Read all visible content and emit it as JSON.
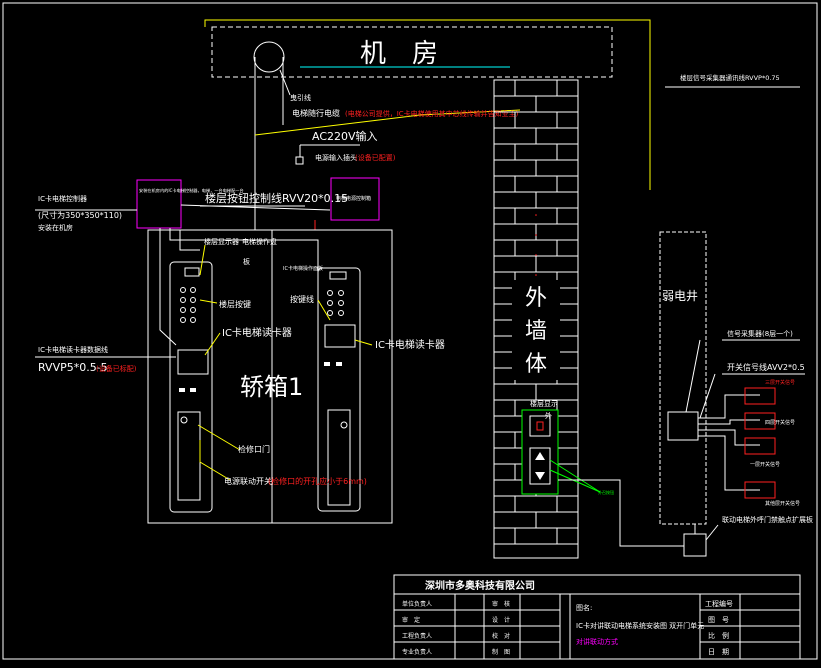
{
  "labels": {
    "machine_room": "机　房",
    "car": "轿箱1",
    "wall": [
      "外",
      "墙",
      "体"
    ],
    "shaft": "弱电井",
    "traction_cable": "曳引线",
    "elevator_cable": "电梯随行电缆",
    "elevator_cable_note": "(电梯公司提供，IC卡电梯使用其中芯线传输并告知业主)",
    "ac220": "AC220V输入",
    "power_in": "电源输入插头",
    "power_in_note": "(设备已配置)",
    "controller": "IC卡电梯控制器",
    "controller_size": "(尺寸为350*350*110)",
    "controller_inst": "安装在机房",
    "controller_box_text": "安装在机房内的IC卡电梯控制器，电梯，一台电梯配一台",
    "power_box_text": "电梯电源控制箱",
    "floor_cable": "楼层按钮控制线RVV20*0.15",
    "floor_display": "楼层显示器",
    "car_panel": "电梯操作盘",
    "board": "板",
    "floor_buttons": "楼层按键",
    "reader": "IC卡电梯读卡器",
    "reader_cable": "IC卡电梯读卡器数据线",
    "reader_cable_spec": "RVVP5*0.5-5",
    "reader_cable_note": "(设备已标配)",
    "access_port": "检修口门",
    "power_switch": "电源联动开关",
    "power_switch_note": "(检修口的开孔应小于6mm)",
    "right_panel_label": "IC卡电梯操作面板",
    "button_line": "按键线",
    "reader2": "IC卡电梯读卡器",
    "hall_display": "楼层显示",
    "hall_box": "外",
    "hall_arrow_note": "外召按钮",
    "signal_cable": "楼层信号采集器通讯线RVVP*0.75",
    "collector": "信号采集器(8层一个)",
    "switch_cable": "开关信号线AVV2*0.5",
    "relay1": "三层开关信号",
    "relay2": "四层开关信号",
    "relay3": "一层开关信号",
    "relay4": "其他层开关信号",
    "hall_call": "联动电梯外呼门禁触点扩展板"
  },
  "title_block": {
    "company": "深圳市多奥科技有限公司",
    "rows": [
      [
        "单位负责人",
        "审　核"
      ],
      [
        "审　定",
        "设　计"
      ],
      [
        "工程负责人",
        "校　对"
      ],
      [
        "专业负责人",
        "制　图"
      ]
    ],
    "name_label": "图名:",
    "name_line1": "IC卡对讲联动电梯系统安装图 双开门单元",
    "name_line2": "对讲联动方式",
    "right_labels": [
      "工程编号",
      "图　号",
      "比　例",
      "日　期"
    ]
  },
  "colors": {
    "background": "#000000",
    "line": "#ffffff",
    "accent_yellow": "#ffff00",
    "accent_red": "#ff2020",
    "accent_magenta": "#ff00ff",
    "accent_green": "#00ff00",
    "accent_cyan": "#00ffff"
  }
}
